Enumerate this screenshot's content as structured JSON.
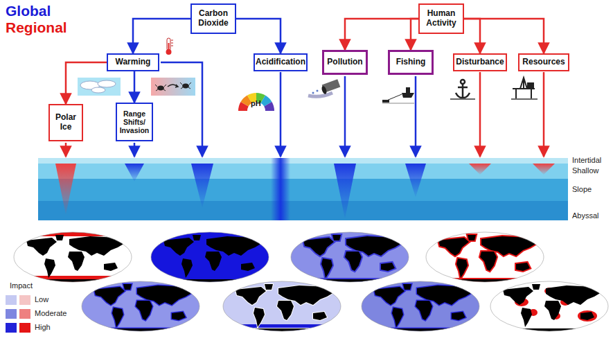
{
  "diagram": {
    "nodes": [
      {
        "text": [
          "Carbon Dioxide"
        ]
      },
      {
        "text": [
          "Human Activity"
        ]
      },
      {
        "text": [
          "Warming"
        ]
      },
      {
        "text": [
          "Acidification"
        ]
      },
      {
        "text": [
          "Pollution"
        ]
      },
      {
        "text": [
          "Fishing"
        ]
      },
      {
        "text": [
          "Disturbance"
        ]
      },
      {
        "text": [
          "Resources"
        ]
      },
      {
        "text": [
          "Polar Ice"
        ]
      },
      {
        "text": [
          "Range Shifts/ Invasion"
        ]
      }
    ],
    "edges": [
      {
        "from": 0,
        "to": 2,
        "arrow": "to"
      },
      {
        "from": 0,
        "to": 3,
        "arrow": "to"
      },
      {
        "from": 1,
        "to": 4,
        "arrow": "to"
      },
      {
        "from": 1,
        "to": 5,
        "arrow": "to"
      },
      {
        "from": 1,
        "to": 6,
        "arrow": "to"
      },
      {
        "from": 1,
        "to": 7,
        "arrow": "to"
      },
      {
        "from": 2,
        "to": 8,
        "arrow": "to"
      },
      {
        "from": 2,
        "to": 9,
        "arrow": "to"
      }
    ],
    "labels": [
      "Global",
      "Regional",
      "Intertidal",
      "Shallow",
      "Slope",
      "Abyssal",
      "pH",
      "Impact"
    ],
    "legend": [
      {
        "text": "Low",
        "color": "#c5c9f2"
      },
      {
        "text": "Moderate",
        "color": "#7e86e0"
      },
      {
        "text": "High",
        "color": "#2222d8"
      }
    ]
  }
}
